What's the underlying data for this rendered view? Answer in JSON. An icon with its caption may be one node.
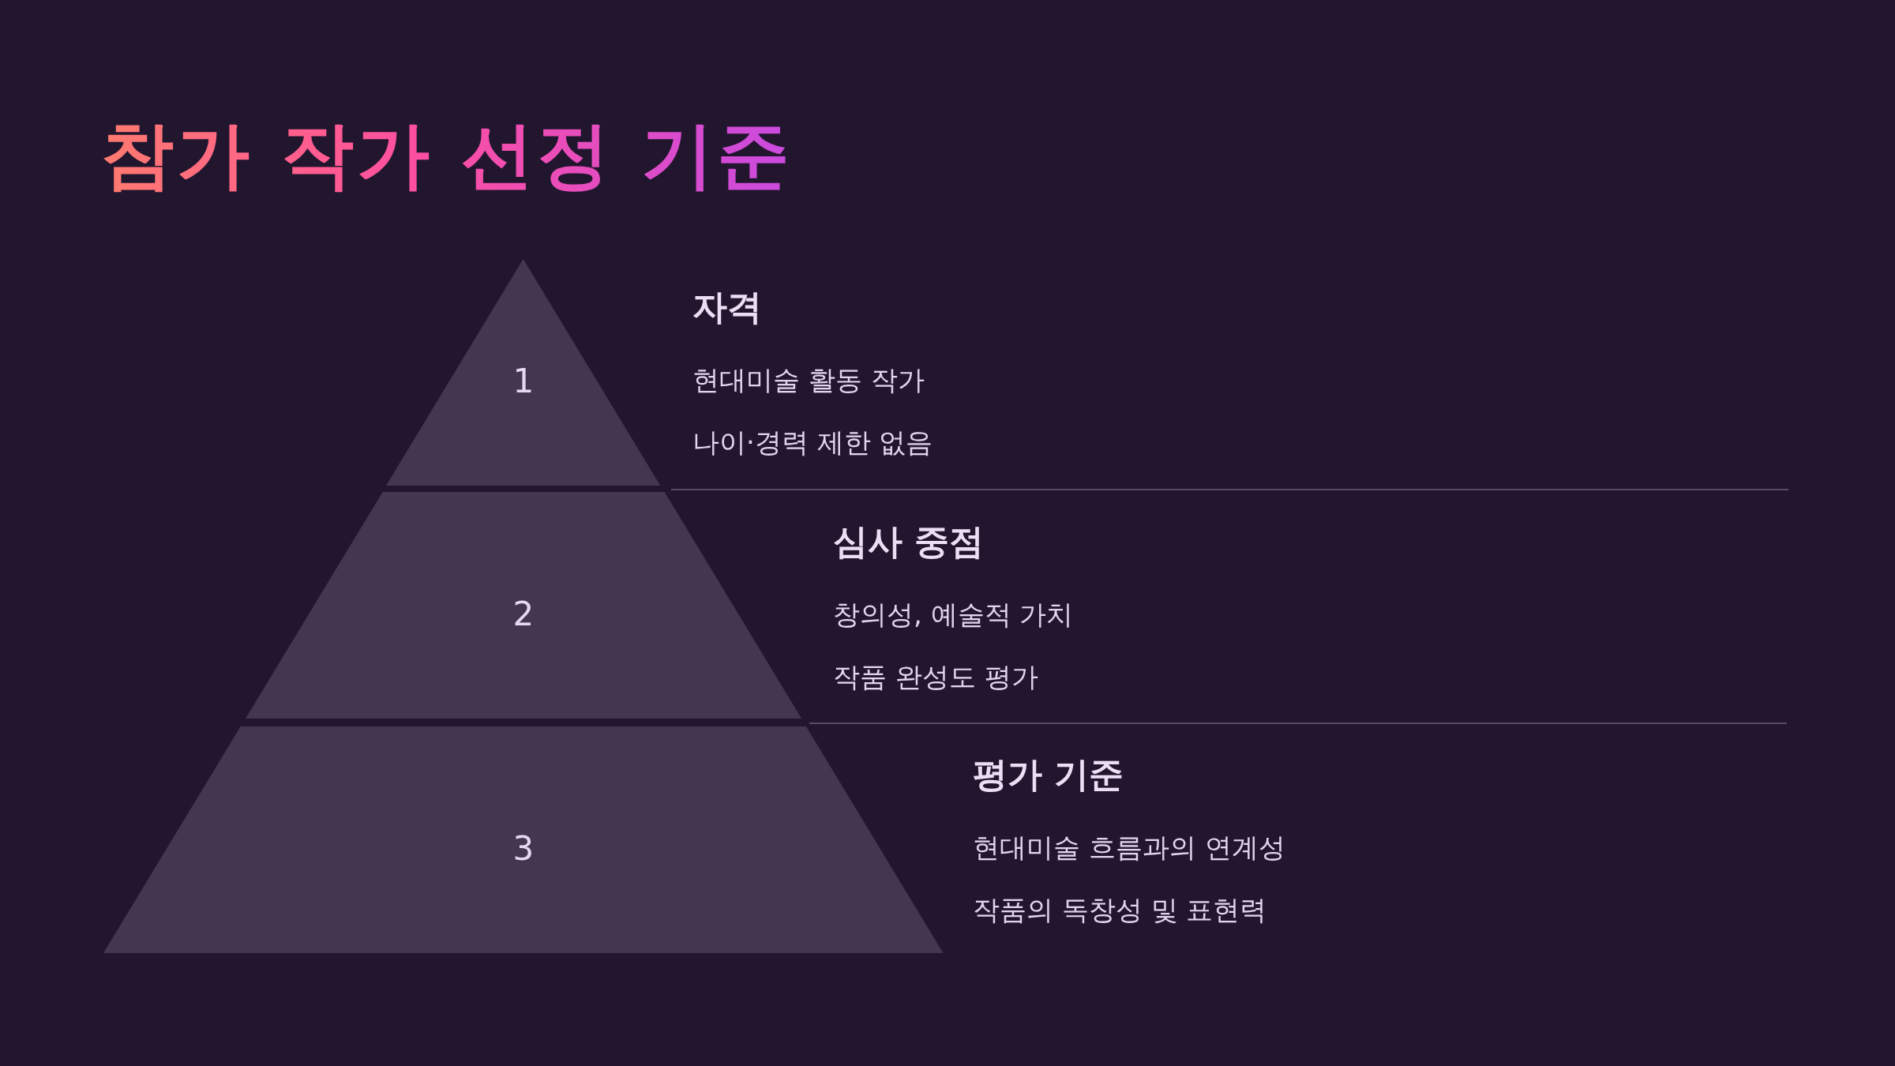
{
  "diagram": {
    "title": "참가 작가 선정 기준",
    "nodes": [
      {
        "text": [
          "1"
        ],
        "beside": [
          "자격",
          "현대미술 활동 작가",
          "나이·경력 제한 없음"
        ]
      },
      {
        "text": [
          "2"
        ],
        "beside": [
          "심사 중점",
          "창의성, 예술적 가치",
          "작품 완성도 평가"
        ]
      },
      {
        "text": [
          "3"
        ],
        "beside": [
          "평가 기준",
          "현대미술 흐름과의 연계성",
          "작품의 독창성 및 표현력"
        ]
      }
    ],
    "edges": []
  }
}
